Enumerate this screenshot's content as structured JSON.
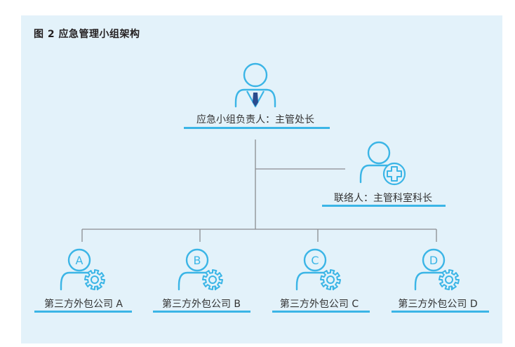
{
  "title": "图 2 应急管理小组架构",
  "colors": {
    "panel": "#e3f2fa",
    "accent": "#3bb5e6",
    "connector": "#8a8d90",
    "text": "#333333"
  },
  "leader": {
    "label": "应急小组负责人：主管处长",
    "icon": "person-with-tie-icon"
  },
  "liaison": {
    "label": "联络人：主管科室科长",
    "icon": "person-with-medical-cross-icon"
  },
  "contractors": [
    {
      "badge": "A",
      "label": "第三方外包公司 A",
      "icon": "person-with-gear-icon"
    },
    {
      "badge": "B",
      "label": "第三方外包公司 B",
      "icon": "person-with-gear-icon"
    },
    {
      "badge": "C",
      "label": "第三方外包公司 C",
      "icon": "person-with-gear-icon"
    },
    {
      "badge": "D",
      "label": "第三方外包公司 D",
      "icon": "person-with-gear-icon"
    }
  ]
}
